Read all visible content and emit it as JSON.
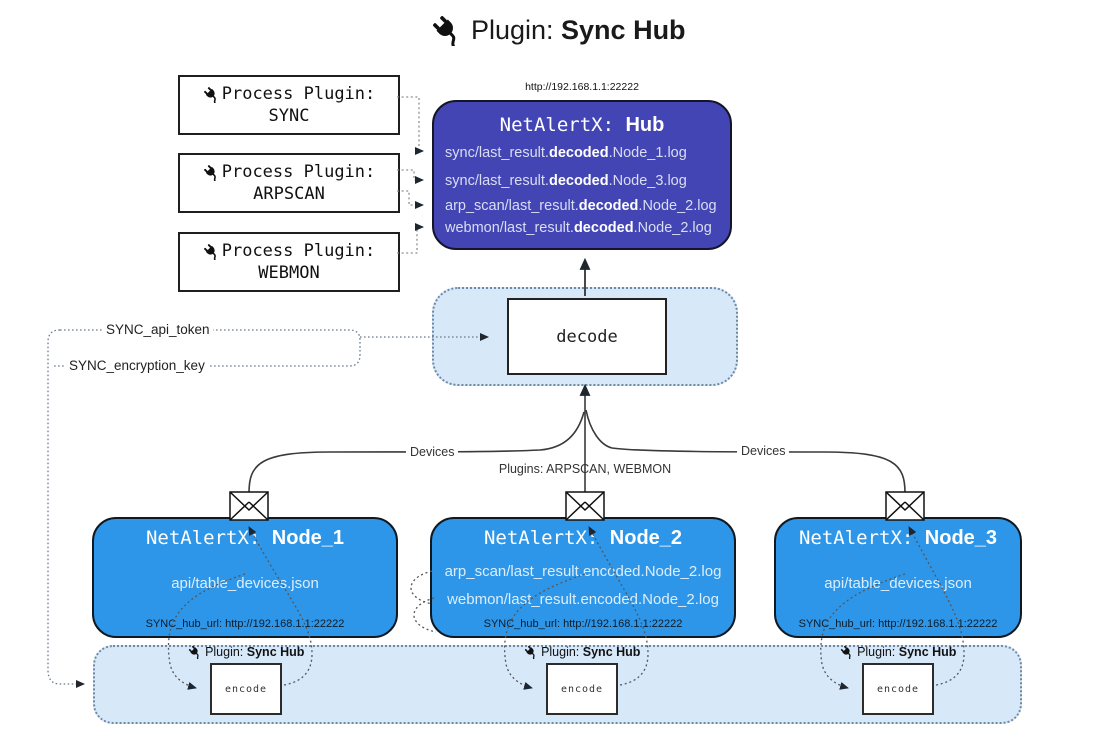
{
  "title": {
    "label": "Plugin:",
    "bold": "Sync Hub"
  },
  "process_plugins": [
    {
      "label": "Process Plugin:",
      "name": "SYNC"
    },
    {
      "label": "Process Plugin:",
      "name": "ARPSCAN"
    },
    {
      "label": "Process Plugin:",
      "name": "WEBMON"
    }
  ],
  "hub": {
    "url": "http://192.168.1.1:22222",
    "name": "NetAlertX: ",
    "bold": "Hub",
    "lines": [
      {
        "pre": "sync/last_result.",
        "bold": "decoded",
        "post": ".Node_1.log"
      },
      {
        "pre": "sync/last_result.",
        "bold": "decoded",
        "post": ".Node_3.log"
      },
      {
        "pre": "arp_scan/last_result.",
        "bold": "decoded",
        "post": ".Node_2.log"
      },
      {
        "pre": "webmon/last_result.",
        "bold": "decoded",
        "post": ".Node_2.log"
      }
    ]
  },
  "decode": {
    "label": "decode"
  },
  "keys": {
    "api_token": "SYNC_api_token",
    "encryption_key": "SYNC_encryption_key"
  },
  "edges": {
    "devices_left": "Devices",
    "plugins_mid": "Plugins: ARPSCAN, WEBMON",
    "devices_right": "Devices"
  },
  "nodes": [
    {
      "name": "NetAlertX: ",
      "bold": "Node_1",
      "lines": [
        "api/table_devices.json"
      ],
      "hub_url": "SYNC_hub_url: http://192.168.1.1:22222"
    },
    {
      "name": "NetAlertX: ",
      "bold": "Node_2",
      "lines": [
        "arp_scan/last_result.encoded.Node_2.log",
        "webmon/last_result.encoded.Node_2.log"
      ],
      "hub_url": "SYNC_hub_url: http://192.168.1.1:22222"
    },
    {
      "name": "NetAlertX: ",
      "bold": "Node_3",
      "lines": [
        "api/table_devices.json"
      ],
      "hub_url": "SYNC_hub_url: http://192.168.1.1:22222"
    }
  ],
  "encode": {
    "plugin_label": "Plugin: ",
    "plugin_bold": "Sync Hub",
    "label": "encode"
  },
  "colors": {
    "hub_bg": "#4345b4",
    "node_bg": "#2e96e8",
    "panel_bg": "#d7e8f9",
    "panel_border": "#6e89a6",
    "hub_text": "#d9def2",
    "node_text": "#dcedfb"
  }
}
